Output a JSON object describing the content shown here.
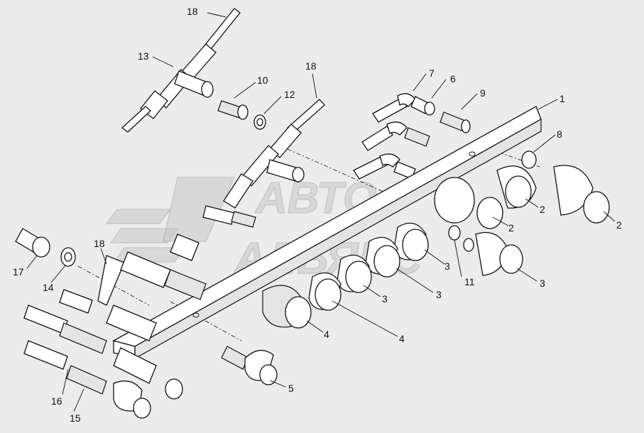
{
  "watermark": {
    "line1": "АВТО",
    "line2": "АЛЬЯНС"
  },
  "callouts": [
    {
      "id": "c18a",
      "label": "18"
    },
    {
      "id": "c13",
      "label": "13"
    },
    {
      "id": "c10",
      "label": "10"
    },
    {
      "id": "c12",
      "label": "12"
    },
    {
      "id": "c18b",
      "label": "18"
    },
    {
      "id": "c7",
      "label": "7"
    },
    {
      "id": "c6",
      "label": "6"
    },
    {
      "id": "c9",
      "label": "9"
    },
    {
      "id": "c1",
      "label": "1"
    },
    {
      "id": "c8",
      "label": "8"
    },
    {
      "id": "c2a",
      "label": "2"
    },
    {
      "id": "c2b",
      "label": "2"
    },
    {
      "id": "c2c",
      "label": "2"
    },
    {
      "id": "c3a",
      "label": "3"
    },
    {
      "id": "c3b",
      "label": "3"
    },
    {
      "id": "c3c",
      "label": "3"
    },
    {
      "id": "c3d",
      "label": "3"
    },
    {
      "id": "c11",
      "label": "11"
    },
    {
      "id": "c4a",
      "label": "4"
    },
    {
      "id": "c4b",
      "label": "4"
    },
    {
      "id": "c5",
      "label": "5"
    },
    {
      "id": "c17",
      "label": "17"
    },
    {
      "id": "c14",
      "label": "14"
    },
    {
      "id": "c18c",
      "label": "18"
    },
    {
      "id": "c16",
      "label": "16"
    },
    {
      "id": "c15",
      "label": "15"
    }
  ]
}
